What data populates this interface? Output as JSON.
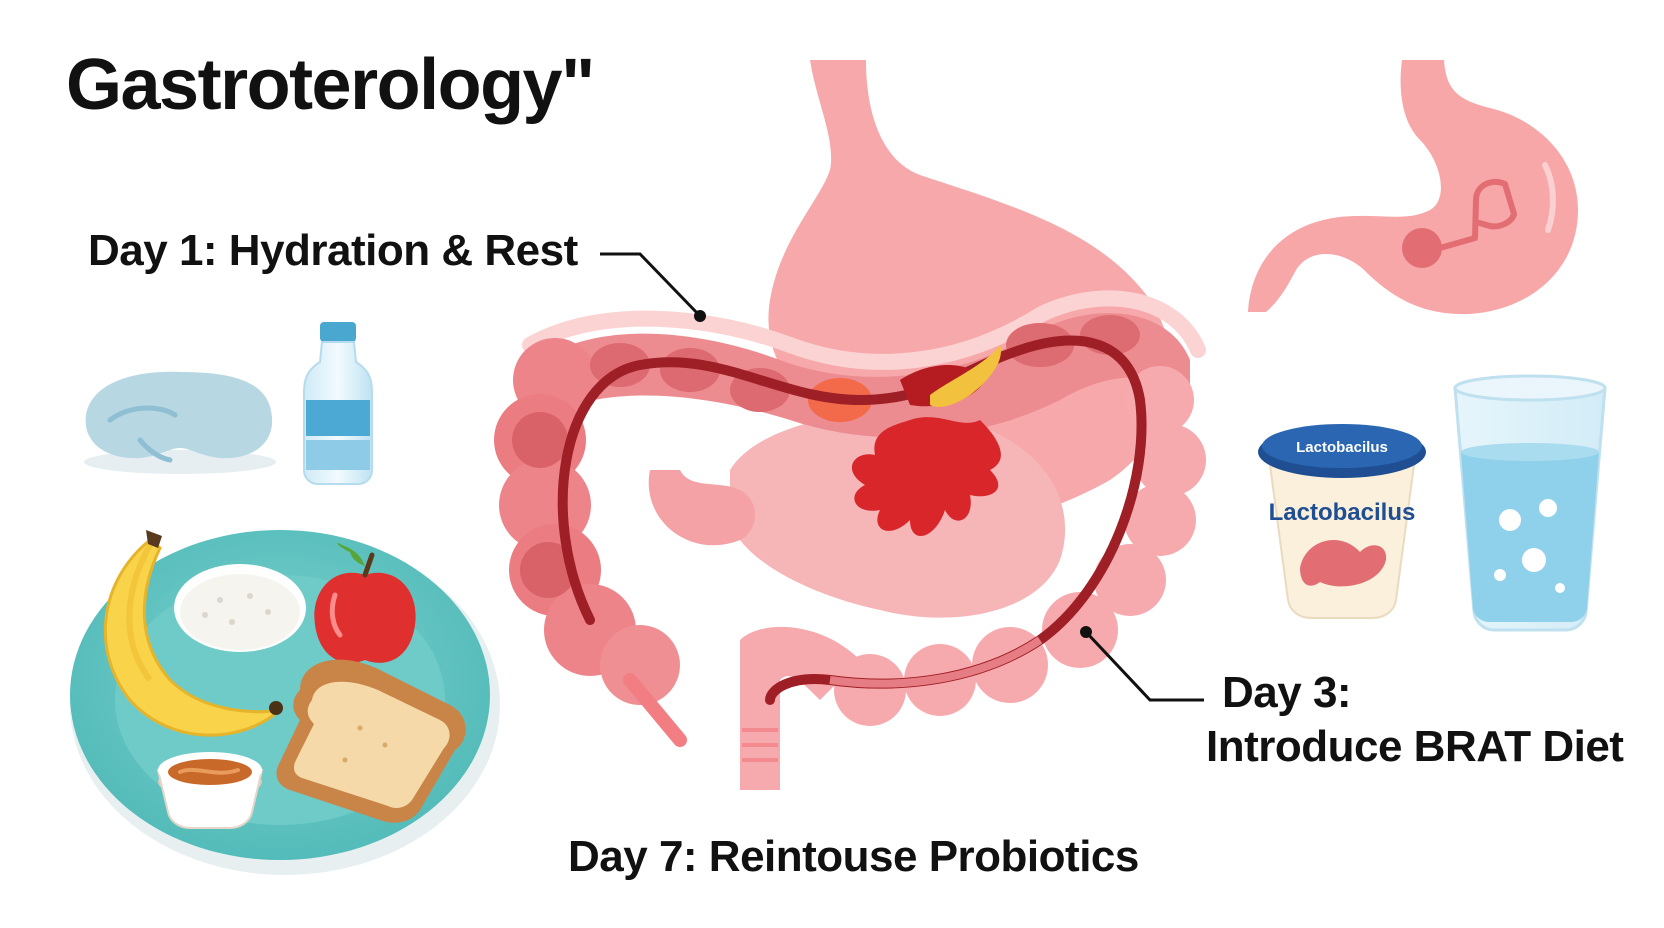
{
  "title": "Gastroterology\"",
  "labels": {
    "day1": "Day 1: Hydration & Rest",
    "day3_line1": "Day 3:",
    "day3_line2": "Introduce BRAT Diet",
    "day7": "Day 7: Reintouse Probiotics"
  },
  "yogurt": {
    "lid_text": "Lactobacilus",
    "cup_text": "Lactobacilus"
  },
  "colors": {
    "organ_pink": "#f7a8aa",
    "organ_light": "#fbc9c8",
    "colon_dark": "#e26e74",
    "inflammation_red": "#d8262b",
    "plate_teal": "#5cc5c3",
    "water_blue": "#8fd0ea",
    "text": "#111111"
  },
  "icons": [
    "eye-mask-icon",
    "water-bottle-icon",
    "banana-icon",
    "rice-icon",
    "apple-icon",
    "toast-icon",
    "applesauce-icon",
    "stomach-icon",
    "yogurt-icon",
    "water-glass-icon"
  ]
}
